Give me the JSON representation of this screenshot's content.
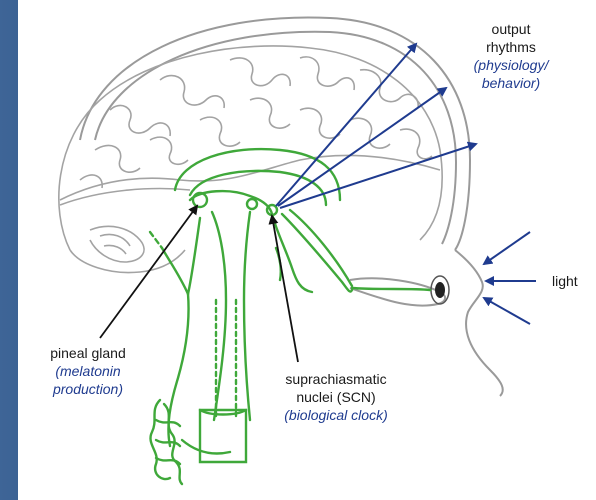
{
  "labels": {
    "output": {
      "line1": "output",
      "line2": "rhythms",
      "line3": "(physiology/",
      "line4": "behavior)"
    },
    "light": "light",
    "pineal": {
      "line1": "pineal gland",
      "line2": "(melatonin",
      "line3": "production)"
    },
    "scn": {
      "line1": "suprachiasmatic",
      "line2": "nuclei (SCN)",
      "line3": "(biological clock)"
    }
  },
  "colors": {
    "brain_outline": "#9a9a9a",
    "neural_pathway": "#3fa83a",
    "arrow_blue": "#1f3b8f",
    "arrow_black": "#111111",
    "italic_label": "#1f3b8f"
  },
  "icons": {
    "eye": "eye-icon",
    "arrowheads": "arrowhead-icon"
  }
}
